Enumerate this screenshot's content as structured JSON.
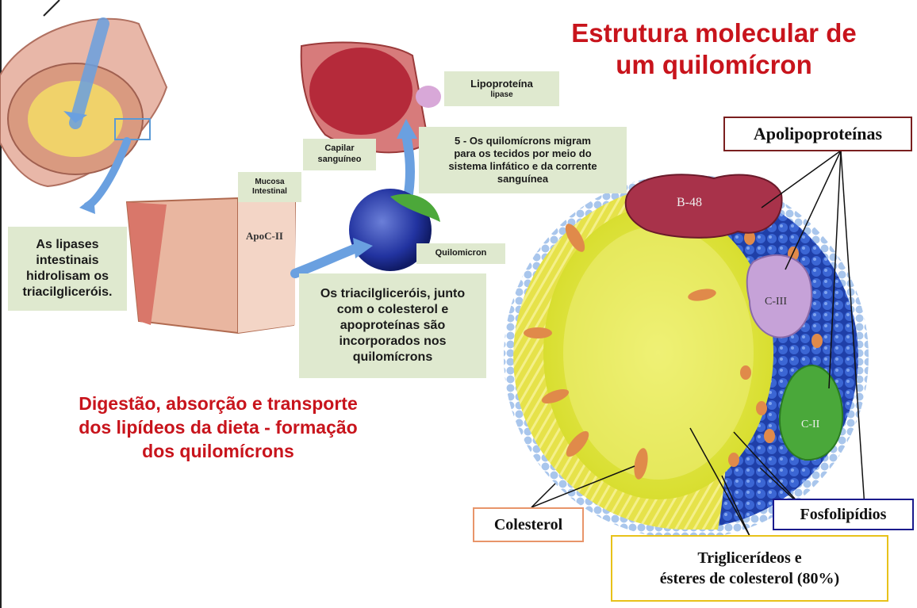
{
  "title_right": {
    "line1": "Estrutura molecular de",
    "line2": "um quilomícron"
  },
  "title_left": {
    "line1": "Digestão, absorção e transporte",
    "line2": "dos lipídeos da dieta - formação",
    "line3": "dos quilomícrons"
  },
  "labels": {
    "lipases": {
      "line1": "As lipases",
      "line2": "intestinais",
      "line3": "hidrolisam os",
      "line4": "triacilgliceróis."
    },
    "lipoproteina": {
      "line1": "Lipoproteína",
      "line2": "lipase"
    },
    "capilar": {
      "line1": "Capilar",
      "line2": "sanguíneo"
    },
    "mucosa": {
      "line1": "Mucosa",
      "line2": "Intestinal"
    },
    "migram": {
      "line1": "5 - Os quilomícrons migram",
      "line2": "para os tecidos por meio do",
      "line3": "sistema linfático e da corrente",
      "line4": "sanguínea"
    },
    "quilomicron": "Quilomicron",
    "triacil": {
      "line1": "Os triacilgliceróis, junto",
      "line2": "com o colesterol e",
      "line3": "apoproteínas são",
      "line4": "incorporados nos",
      "line5": "quilomícrons"
    },
    "apoc2": "ApoC-II"
  },
  "structure": {
    "apolipoproteinas": "Apolipoproteínas",
    "fosfolipidios": "Fosfolipídios",
    "colesterol": "Colesterol",
    "triglicerideos": {
      "line1": "Triglicerídeos e",
      "line2": "ésteres de colesterol (80%)"
    },
    "b48": "B-48",
    "c3": "C-III",
    "c2": "C-II"
  },
  "colors": {
    "title_red": "#c8141c",
    "label_green": "#dfe9cf",
    "apolipo_border": "#7a1f1f",
    "fosfo_border": "#1a1a8c",
    "colesterol_border": "#e8956a",
    "trigli_border": "#e8c21a"
  }
}
